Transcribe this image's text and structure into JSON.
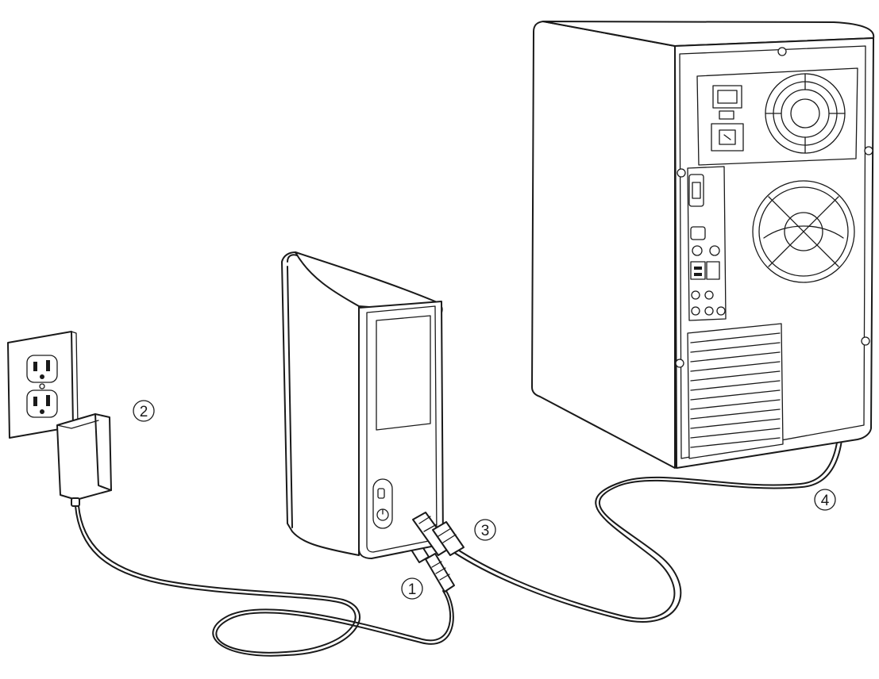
{
  "callouts": [
    {
      "id": "step-1",
      "label": "1"
    },
    {
      "id": "step-2",
      "label": "2"
    },
    {
      "id": "step-3",
      "label": "3"
    },
    {
      "id": "step-4",
      "label": "4"
    }
  ],
  "icons": {
    "wall_outlet": "wall-outlet-icon",
    "power_adapter": "power-adapter-icon",
    "external_drive": "external-drive-icon",
    "computer_tower": "computer-tower-icon",
    "usb_cable": "usb-cable-icon",
    "power_cable": "power-cable-icon"
  },
  "colors": {
    "line": "#1a1a1a",
    "background": "#ffffff"
  }
}
